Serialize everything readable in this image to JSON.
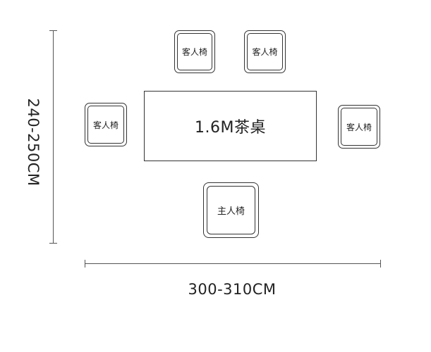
{
  "diagram": {
    "table": {
      "label": "1.6M茶桌"
    },
    "chairs": {
      "guest_top_left": "客人椅",
      "guest_top_right": "客人椅",
      "guest_left": "客人椅",
      "guest_right": "客人椅",
      "host_bottom": "主人椅"
    },
    "dimensions": {
      "depth": "240-250CM",
      "width": "300-310CM"
    }
  }
}
